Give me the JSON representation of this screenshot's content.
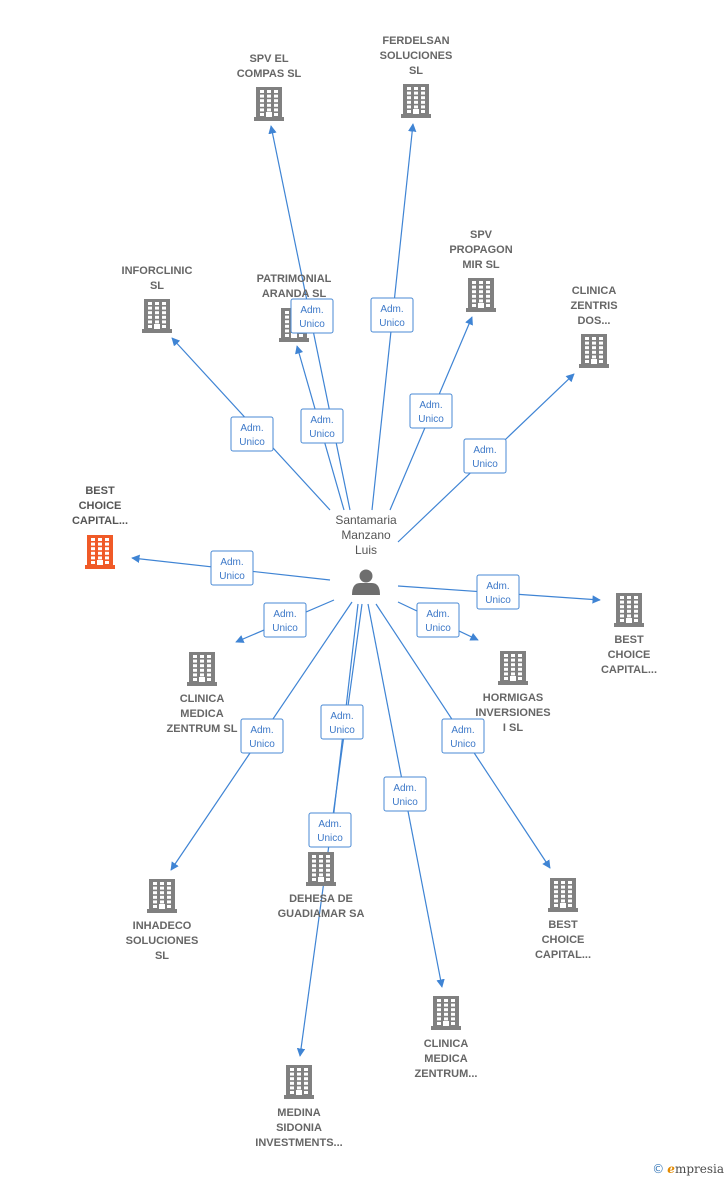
{
  "colors": {
    "edge": "#3f84d4",
    "company": "#808080",
    "company_highlight": "#f05a28",
    "person": "#6e6e6e"
  },
  "center": {
    "label_lines": [
      "Santamaria",
      "Manzano",
      "Luis"
    ],
    "icon": "person-icon"
  },
  "edge_label_lines": [
    "Adm.",
    "Unico"
  ],
  "companies": [
    {
      "id": "spv-el-compas",
      "label_lines": [
        "SPV EL",
        "COMPAS  SL"
      ],
      "icon": "building-icon",
      "highlight": false
    },
    {
      "id": "ferdelsan",
      "label_lines": [
        "FERDELSAN",
        "SOLUCIONES",
        "SL"
      ],
      "icon": "building-icon",
      "highlight": false
    },
    {
      "id": "spv-propagon",
      "label_lines": [
        "SPV",
        "PROPAGON",
        "MIR  SL"
      ],
      "icon": "building-icon",
      "highlight": false
    },
    {
      "id": "inforclinic",
      "label_lines": [
        "INFORCLINIC",
        "SL"
      ],
      "icon": "building-icon",
      "highlight": false
    },
    {
      "id": "patrimonial-aranda",
      "label_lines": [
        "PATRIMONIAL",
        "ARANDA  SL"
      ],
      "icon": "building-icon",
      "highlight": false
    },
    {
      "id": "clinica-zentris",
      "label_lines": [
        "CLINICA",
        "ZENTRIS",
        "DOS..."
      ],
      "icon": "building-icon",
      "highlight": false
    },
    {
      "id": "best-choice-1",
      "label_lines": [
        "BEST",
        "CHOICE",
        "CAPITAL..."
      ],
      "icon": "building-icon",
      "highlight": true
    },
    {
      "id": "best-choice-2",
      "label_lines": [
        "BEST",
        "CHOICE",
        "CAPITAL..."
      ],
      "icon": "building-icon",
      "highlight": false
    },
    {
      "id": "clinica-medica-zentrum-sl",
      "label_lines": [
        "CLINICA",
        "MEDICA",
        "ZENTRUM  SL"
      ],
      "icon": "building-icon",
      "highlight": false
    },
    {
      "id": "hormigas",
      "label_lines": [
        "HORMIGAS",
        "INVERSIONES",
        "I SL"
      ],
      "icon": "building-icon",
      "highlight": false
    },
    {
      "id": "inhadeco",
      "label_lines": [
        "INHADECO",
        "SOLUCIONES",
        "SL"
      ],
      "icon": "building-icon",
      "highlight": false
    },
    {
      "id": "dehesa",
      "label_lines": [
        "DEHESA DE",
        "GUADIAMAR SA"
      ],
      "icon": "building-icon",
      "highlight": false
    },
    {
      "id": "best-choice-3",
      "label_lines": [
        "BEST",
        "CHOICE",
        "CAPITAL..."
      ],
      "icon": "building-icon",
      "highlight": false
    },
    {
      "id": "clinica-medica-zentrum",
      "label_lines": [
        "CLINICA",
        "MEDICA",
        "ZENTRUM..."
      ],
      "icon": "building-icon",
      "highlight": false
    },
    {
      "id": "medina-sidonia",
      "label_lines": [
        "MEDINA",
        "SIDONIA",
        "INVESTMENTS..."
      ],
      "icon": "building-icon",
      "highlight": false
    }
  ],
  "brand": {
    "copyright": "©",
    "initial": "e",
    "rest": "mpresia"
  }
}
